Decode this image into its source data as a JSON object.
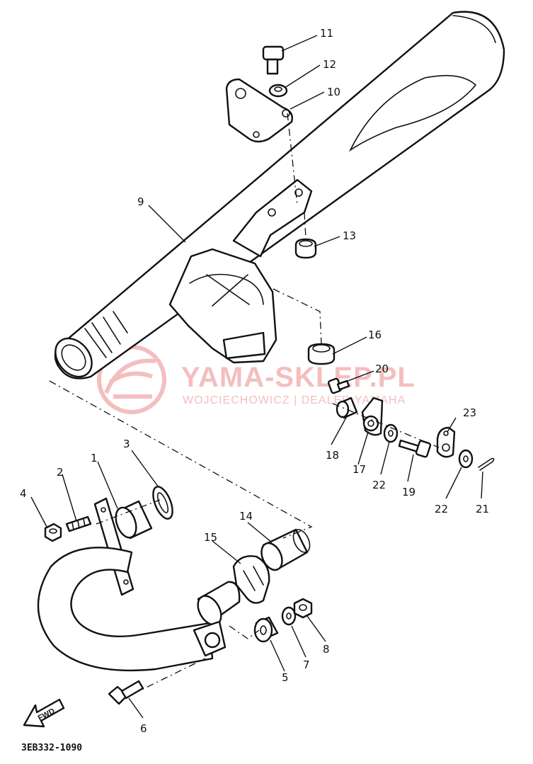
{
  "diagram": {
    "part_numbers": [
      "1",
      "2",
      "3",
      "4",
      "5",
      "6",
      "7",
      "8",
      "9",
      "10",
      "11",
      "12",
      "13",
      "14",
      "15",
      "16",
      "17",
      "18",
      "19",
      "20",
      "21",
      "22",
      "22",
      "23"
    ],
    "drawing_code": "3EB332-1090",
    "direction_label": "FWD"
  },
  "watermark": {
    "title": "YAMA-SKLEP.PL",
    "subtitle": "WOJCIECHOWICZ | DEALER YAMAHA",
    "color": "#e87070"
  },
  "colors": {
    "ink": "#111111",
    "paper": "#ffffff"
  }
}
